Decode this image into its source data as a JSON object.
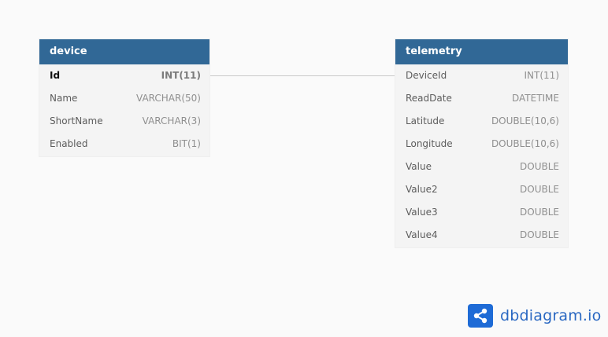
{
  "tables": [
    {
      "name": "device",
      "columns": [
        {
          "name": "Id",
          "type": "INT(11)",
          "primary_key": true
        },
        {
          "name": "Name",
          "type": "VARCHAR(50)"
        },
        {
          "name": "ShortName",
          "type": "VARCHAR(3)"
        },
        {
          "name": "Enabled",
          "type": "BIT(1)"
        }
      ]
    },
    {
      "name": "telemetry",
      "columns": [
        {
          "name": "DeviceId",
          "type": "INT(11)"
        },
        {
          "name": "ReadDate",
          "type": "DATETIME"
        },
        {
          "name": "Latitude",
          "type": "DOUBLE(10,6)"
        },
        {
          "name": "Longitude",
          "type": "DOUBLE(10,6)"
        },
        {
          "name": "Value",
          "type": "DOUBLE"
        },
        {
          "name": "Value2",
          "type": "DOUBLE"
        },
        {
          "name": "Value3",
          "type": "DOUBLE"
        },
        {
          "name": "Value4",
          "type": "DOUBLE"
        }
      ]
    }
  ],
  "relations": [
    {
      "from": "device.Id",
      "to": "telemetry.DeviceId"
    }
  ],
  "brand": {
    "text": "dbdiagram.io",
    "icon": "share-nodes-icon"
  },
  "colors": {
    "header": "#316896",
    "brand": "#1e6bd6",
    "background": "#fafafa"
  }
}
